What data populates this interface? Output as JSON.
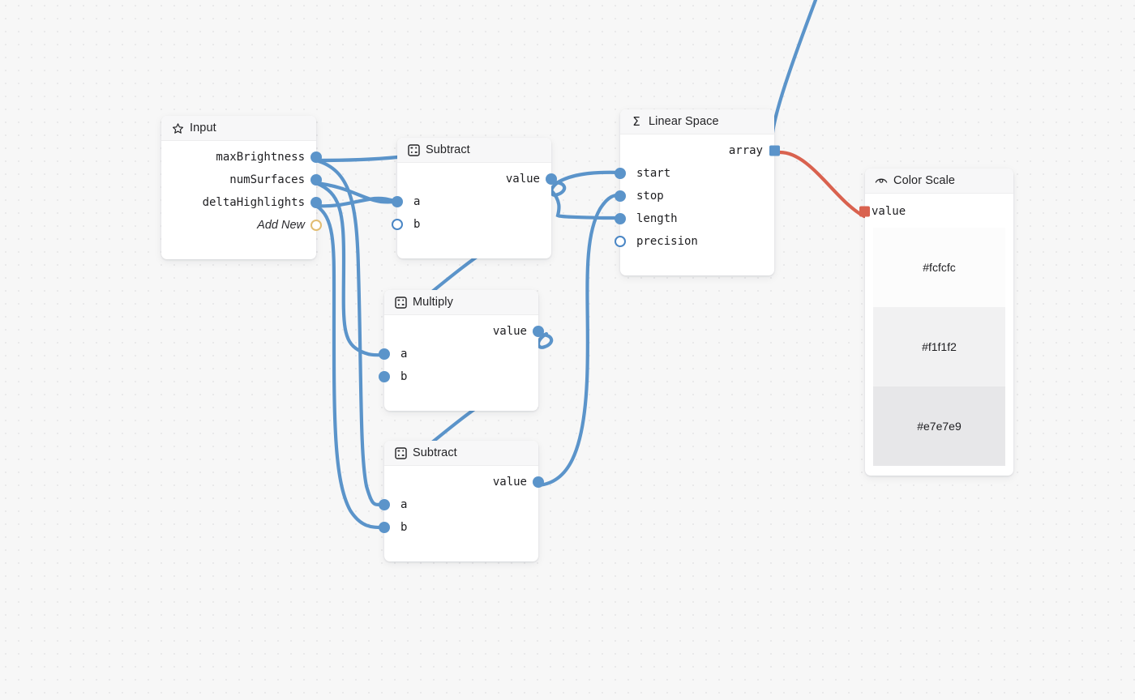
{
  "canvas": {
    "background_color": "#f7f7f7",
    "grid_dot_color": "#e9e9ea",
    "edge_color": "#5b94ca",
    "array_edge_color": "#d9624f"
  },
  "nodes": {
    "input": {
      "title": "Input",
      "icon": "star-icon",
      "outputs": [
        {
          "label": "maxBrightness",
          "state": "connected"
        },
        {
          "label": "numSurfaces",
          "state": "connected"
        },
        {
          "label": "deltaHighlights",
          "state": "connected"
        },
        {
          "label": "Add New",
          "state": "add-new"
        }
      ]
    },
    "subtract_top": {
      "title": "Subtract",
      "icon": "matrix-icon",
      "outputs": [
        {
          "label": "value",
          "state": "connected"
        }
      ],
      "inputs": [
        {
          "label": "a",
          "state": "connected"
        },
        {
          "label": "b",
          "state": "empty"
        }
      ]
    },
    "multiply": {
      "title": "Multiply",
      "icon": "matrix-icon",
      "outputs": [
        {
          "label": "value",
          "state": "connected"
        }
      ],
      "inputs": [
        {
          "label": "a",
          "state": "connected"
        },
        {
          "label": "b",
          "state": "connected"
        }
      ]
    },
    "subtract_bottom": {
      "title": "Subtract",
      "icon": "matrix-icon",
      "outputs": [
        {
          "label": "value",
          "state": "connected"
        }
      ],
      "inputs": [
        {
          "label": "a",
          "state": "connected"
        },
        {
          "label": "b",
          "state": "connected"
        }
      ]
    },
    "linear_space": {
      "title": "Linear Space",
      "icon": "sigma-icon",
      "outputs": [
        {
          "label": "array",
          "state": "connected",
          "kind": "array"
        }
      ],
      "inputs": [
        {
          "label": "start",
          "state": "connected"
        },
        {
          "label": "stop",
          "state": "connected"
        },
        {
          "label": "length",
          "state": "connected"
        },
        {
          "label": "precision",
          "state": "empty"
        }
      ]
    },
    "color_scale": {
      "title": "Color Scale",
      "icon": "eye-icon",
      "inputs": [
        {
          "label": "value",
          "state": "connected",
          "kind": "array"
        }
      ],
      "swatches": [
        {
          "label": "#fcfcfc",
          "color": "#fcfcfc"
        },
        {
          "label": "#f1f1f2",
          "color": "#f1f1f2"
        },
        {
          "label": "#e7e7e9",
          "color": "#e7e7e9"
        }
      ]
    }
  }
}
